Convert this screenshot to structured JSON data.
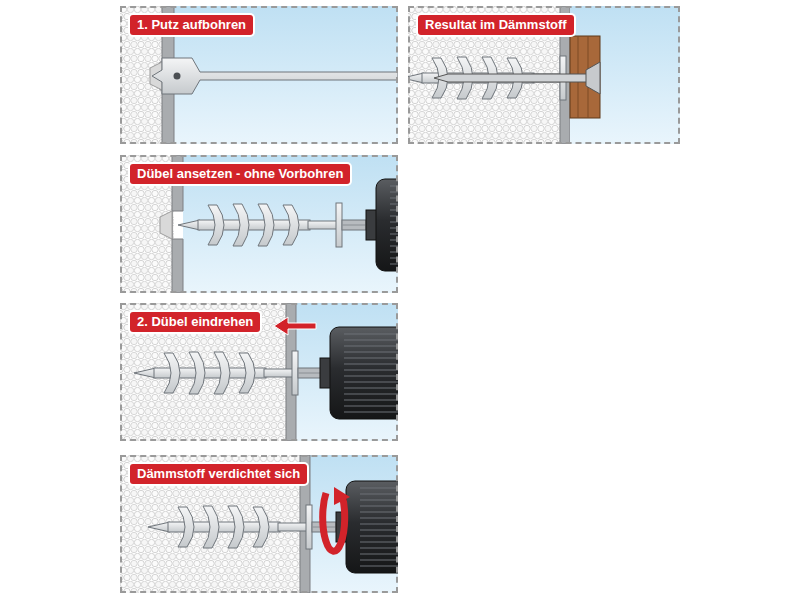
{
  "diagram": {
    "nodes": [
      {
        "text": [
          "1. Putz aufbohren"
        ]
      },
      {
        "text": [
          "Resultat im Dämmstoff"
        ]
      },
      {
        "text": [
          "Dübel ansetzen - ohne Vorbohren"
        ]
      },
      {
        "text": [
          "2. Dübel eindrehen"
        ]
      },
      {
        "text": [
          "Dämmstoff verdichtet sich"
        ]
      }
    ]
  }
}
